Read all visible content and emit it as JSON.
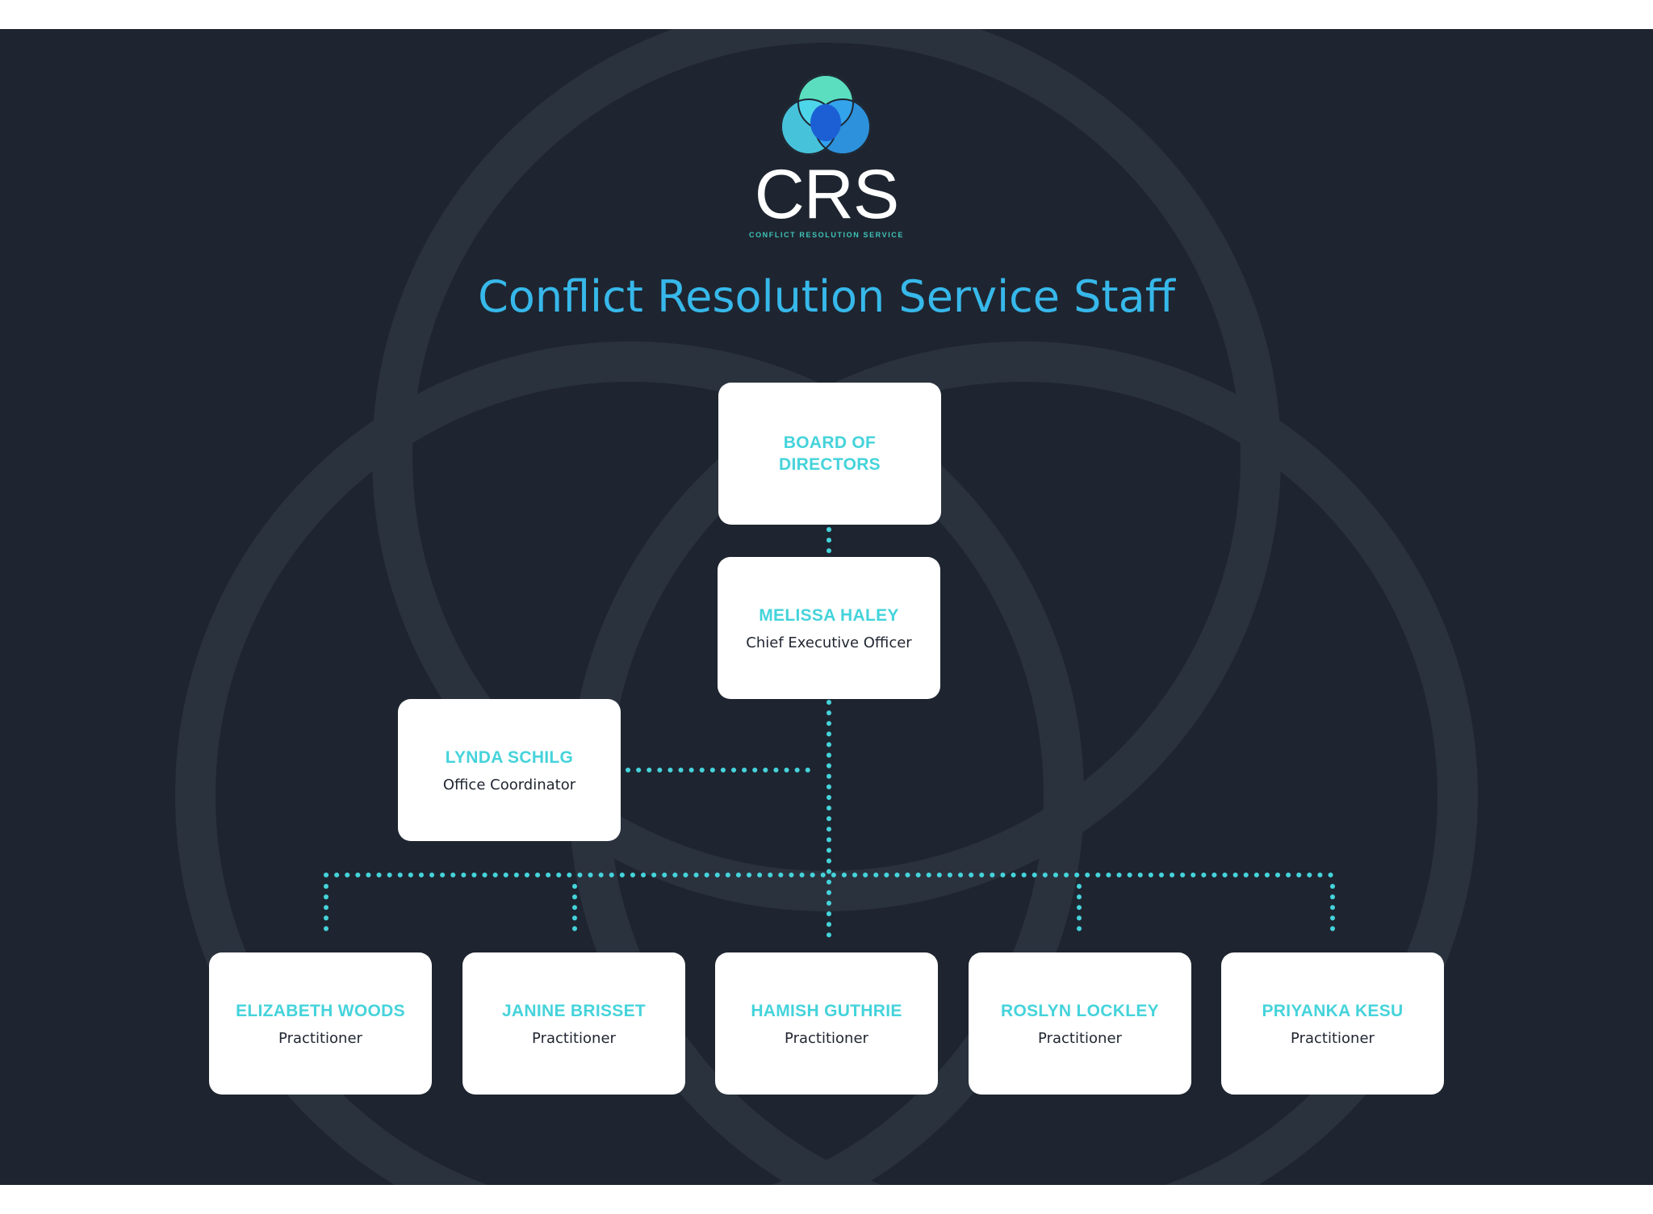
{
  "logo": {
    "brand": "CRS",
    "subtitle": "CONFLICT RESOLUTION SERVICE"
  },
  "title": "Conflict Resolution Service Staff",
  "colors": {
    "background": "#1e2530",
    "card": "#ffffff",
    "name": "#45d3db",
    "title": "#37b8ea",
    "connector": "#45d3db"
  },
  "nodes": {
    "board": {
      "name": "BOARD OF DIRECTORS",
      "role": ""
    },
    "ceo": {
      "name": "MELISSA HALEY",
      "role": "Chief Executive Officer"
    },
    "coordinator": {
      "name": "LYNDA SCHILG",
      "role": "Office Coordinator"
    },
    "practitioners": [
      {
        "name": "ELIZABETH WOODS",
        "role": "Practitioner"
      },
      {
        "name": "JANINE BRISSET",
        "role": "Practitioner"
      },
      {
        "name": "HAMISH GUTHRIE",
        "role": "Practitioner"
      },
      {
        "name": "ROSLYN LOCKLEY",
        "role": "Practitioner"
      },
      {
        "name": "PRIYANKA KESU",
        "role": "Practitioner"
      }
    ]
  }
}
